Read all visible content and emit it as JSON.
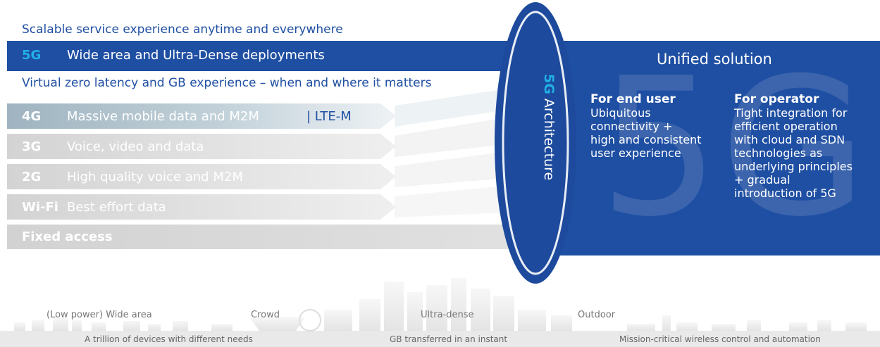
{
  "taglines": {
    "top": "Scalable service experience anytime and everywhere",
    "middle": "Virtual zero latency and GB experience – when and where it matters"
  },
  "rows": [
    {
      "gen": "5G",
      "desc": "Wide area and Ultra-Dense deployments"
    },
    {
      "gen": "4G",
      "desc": "Massive mobile data and M2M",
      "extra": "|  LTE-M"
    },
    {
      "gen": "3G",
      "desc": "Voice, video and data"
    },
    {
      "gen": "2G",
      "desc": "High quality voice and M2M"
    },
    {
      "gen": "Wi-Fi",
      "desc": "Best effort data"
    },
    {
      "gen": "Fixed access",
      "desc": ""
    }
  ],
  "architecture": {
    "prefix": "5G",
    "label": " Architecture"
  },
  "panel": {
    "title": "Unified solution",
    "watermark": "5G",
    "end_user": {
      "heading": "For end user",
      "lines": [
        "Ubiquitous",
        "connectivity +",
        "high and consistent",
        "user experience"
      ]
    },
    "operator": {
      "heading": "For operator",
      "lines": [
        "Tight integration for",
        "efficient operation",
        "with cloud and SDN",
        "technologies as",
        "underlying principles",
        "+ gradual",
        "introduction of 5G"
      ]
    }
  },
  "scene": {
    "labels": [
      "(Low power) Wide area",
      "Crowd",
      "Ultra-dense",
      "Outdoor"
    ],
    "footer": [
      "A trillion of devices with different needs",
      "GB transferred in an instant",
      "Mission-critical wireless control and automation"
    ]
  },
  "colors": {
    "navy": "#1f4fa3",
    "accent": "#20b0e8",
    "steel": "#a9bdc8",
    "light": "#dcdcdc"
  }
}
